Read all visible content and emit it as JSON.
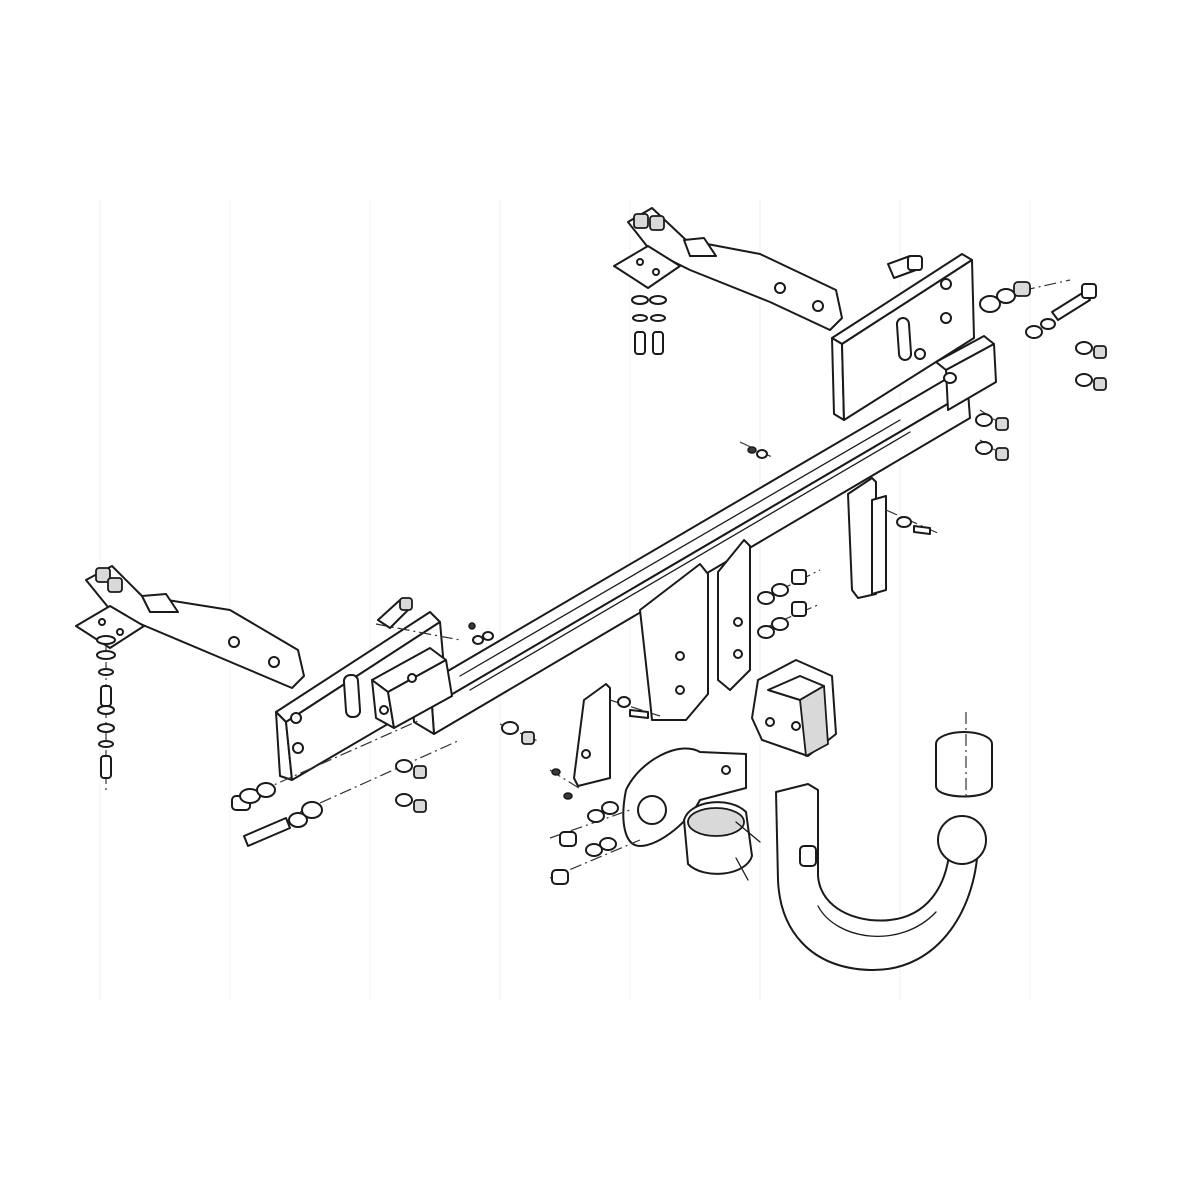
{
  "diagram": {
    "type": "exploded-assembly-drawing",
    "colors": {
      "line": "#1a1a1a",
      "background": "#ffffff",
      "shade": "#d9d9d9"
    },
    "parts": [
      "crossbar",
      "left-mounting-bracket",
      "right-mounting-bracket",
      "left-side-plate",
      "right-side-plate",
      "center-support-brackets",
      "ball-mount-receiver",
      "detachable-tow-ball",
      "tow-ball-cap",
      "socket-plate",
      "electrical-socket",
      "bolts",
      "washers",
      "nuts"
    ]
  }
}
